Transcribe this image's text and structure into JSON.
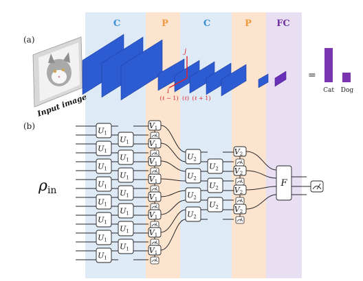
{
  "panel_labels": {
    "a": "(a)",
    "b": "(b)"
  },
  "bands": {
    "conv1": "C",
    "pool1": "P",
    "conv2": "C",
    "pool2": "P",
    "fc": "FC"
  },
  "input_image_label": "Input image",
  "axes": {
    "i": "i",
    "j": "j"
  },
  "layer_indices": {
    "prev": "(ℓ − 1)",
    "cur": "(ℓ)",
    "next": "(ℓ + 1)"
  },
  "equals": "=",
  "output_classes": [
    "Cat",
    "Dog"
  ],
  "output_values": [
    0.78,
    0.22
  ],
  "rho": {
    "symbol": "ρ",
    "subscript": "in"
  },
  "gates": {
    "u1": "U",
    "v1": "V",
    "u2": "U",
    "v2": "V",
    "f": "F",
    "sub1": "1",
    "sub2": "2"
  },
  "colors": {
    "conv_band": "#deebf7",
    "pool_band": "#fde4cf",
    "fc_band": "#e8e0f2",
    "conv_label": "#3a8fd0",
    "pool_label": "#f09a3e",
    "fc_label": "#7030a0",
    "feature_map": "#2d5bd1",
    "fc_block": "#6a2fb8",
    "bar": "#7a35b0",
    "index_red": "#e0202a"
  }
}
